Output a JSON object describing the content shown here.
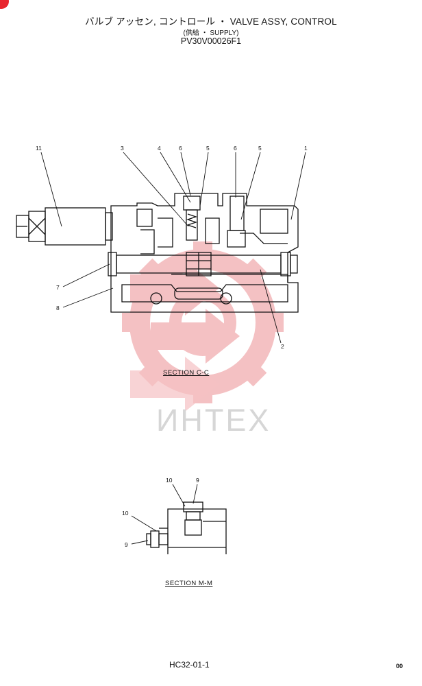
{
  "header": {
    "title": "バルブ アッセン, コントロール ・ VALVE ASSY, CONTROL",
    "subtitle": "(供給 ・ SUPPLY)",
    "part_no": "PV30V00026F1"
  },
  "watermark": {
    "text": "ИНТЕХ",
    "color": "#e8262e"
  },
  "section_cc": {
    "caption": "SECTION C-C",
    "callouts": [
      "11",
      "3",
      "4",
      "6",
      "5",
      "6",
      "5",
      "1",
      "7",
      "8",
      "2"
    ]
  },
  "section_mm": {
    "caption": "SECTION M-M",
    "callouts": [
      "10",
      "9",
      "10",
      "9"
    ]
  },
  "footer": {
    "page": "HC32-01-1",
    "rev": "00"
  }
}
